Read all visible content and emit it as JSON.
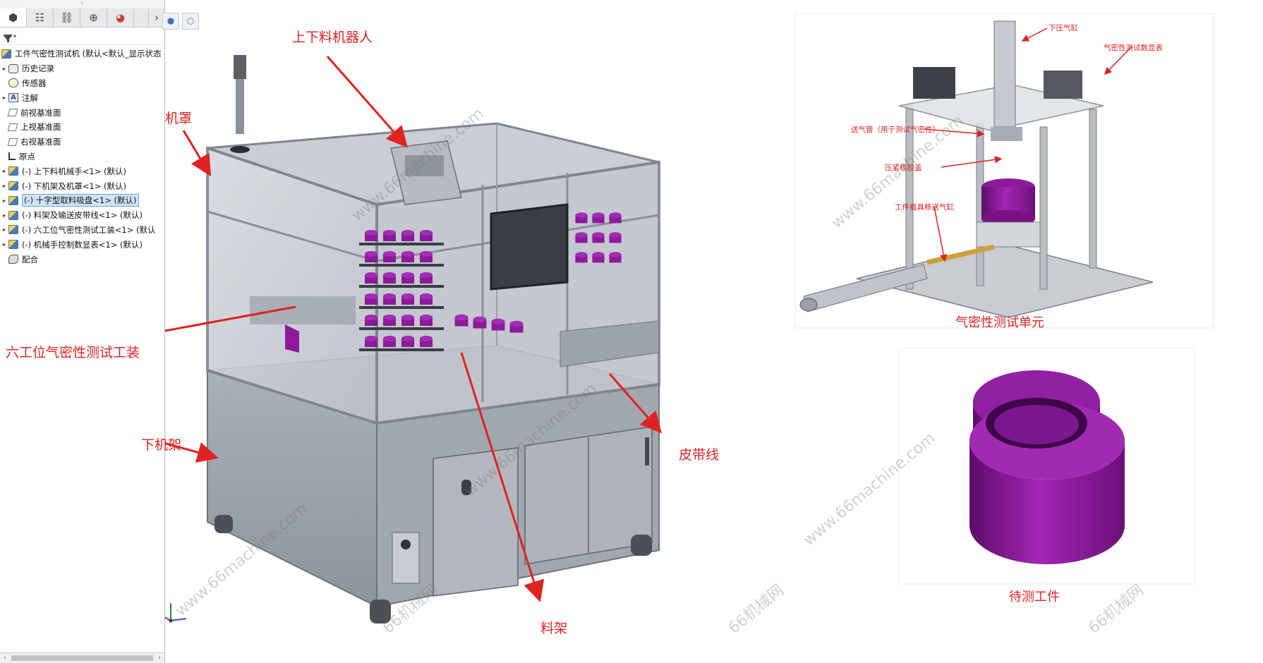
{
  "tree": {
    "root": "工件气密性测试机  (默认<默认_显示状态",
    "items": [
      {
        "label": "历史记录",
        "icon": "history-icon",
        "exp": "▸"
      },
      {
        "label": "传感器",
        "icon": "sensor-icon",
        "exp": ""
      },
      {
        "label": "注解",
        "icon": "annotation-icon",
        "exp": "▸"
      },
      {
        "label": "前视基准面",
        "icon": "plane-icon",
        "exp": ""
      },
      {
        "label": "上视基准面",
        "icon": "plane-icon",
        "exp": ""
      },
      {
        "label": "右视基准面",
        "icon": "plane-icon",
        "exp": ""
      },
      {
        "label": "原点",
        "icon": "origin-icon",
        "exp": ""
      },
      {
        "label": "(-) 上下料机械手<1> (默认)",
        "icon": "part-icon",
        "exp": "▸"
      },
      {
        "label": "(-) 下机架及机罩<1> (默认)",
        "icon": "part-icon",
        "exp": "▸"
      },
      {
        "label": "(-) 十字型取料吸盘<1> (默认)",
        "icon": "part-icon",
        "exp": "▸",
        "selected": true
      },
      {
        "label": "(-) 料架及输送皮带线<1> (默认)",
        "icon": "part-icon",
        "exp": "▸"
      },
      {
        "label": "(-) 六工位气密性测试工装<1> (默认",
        "icon": "part-icon",
        "exp": "▸"
      },
      {
        "label": "(-) 机械手控制数显表<1> (默认)",
        "icon": "part-icon",
        "exp": "▸"
      },
      {
        "label": "配合",
        "icon": "mate-icon",
        "exp": ""
      }
    ]
  },
  "tabs": [
    "feature-manager",
    "property-manager",
    "configuration-manager",
    "dim-xpert",
    "display-manager"
  ],
  "callouts": {
    "robot": "上下料机器人",
    "cover": "机罩",
    "fixture": "六工位气密性测试工装",
    "lower_frame": "下机架",
    "belt": "皮带线",
    "rack": "料架"
  },
  "detail": {
    "title": "气密性测试单元",
    "down_cyl": "下压气缸",
    "display": "气密性测试数显表",
    "air_tube": "送气管（用于测试气密性）",
    "rubber_cap": "压紧橡胶盖",
    "carrier_cyl": "工件载具移送气缸"
  },
  "workpiece": {
    "title": "待测工件"
  },
  "watermark": {
    "url": "www.66machine.com",
    "cn": "66机械网"
  },
  "colors": {
    "callout": "#e02222",
    "purple": "#8c1a9a",
    "frame": "#9aa0a8"
  }
}
